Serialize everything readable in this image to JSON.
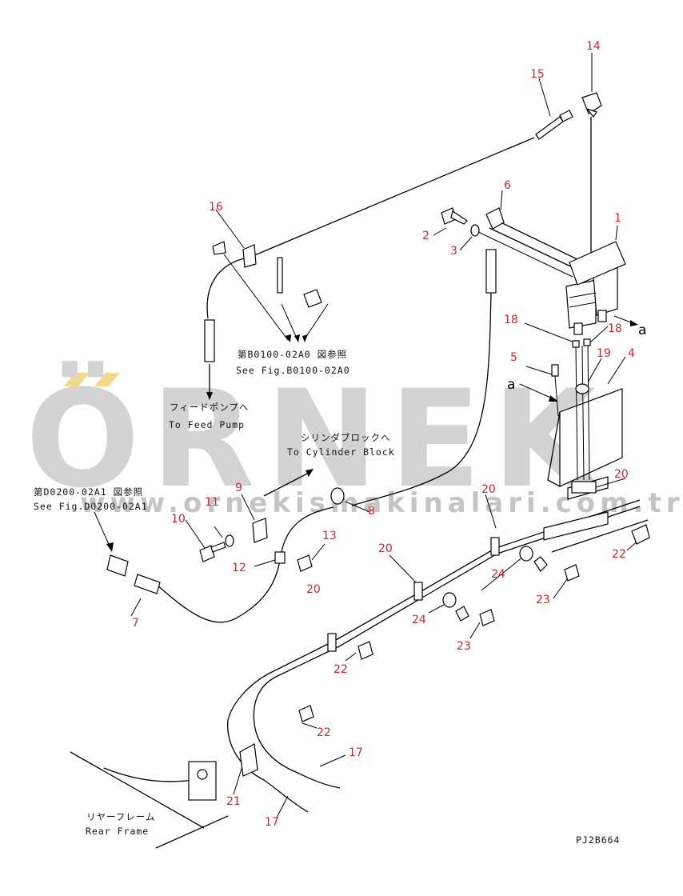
{
  "watermark": {
    "brand": "ÖRNEK",
    "url": "www.ornekismakinalari.com.tr",
    "accent_color": "#f2d98a",
    "text_color": "#d3d3d3"
  },
  "callouts": {
    "c1": "1",
    "c2": "2",
    "c3": "3",
    "c4": "4",
    "c5": "5",
    "c6": "6",
    "c7": "7",
    "c8": "8",
    "c9": "9",
    "c10": "10",
    "c11": "11",
    "c12": "12",
    "c13": "13",
    "c14": "14",
    "c15": "15",
    "c16": "16",
    "c17a": "17",
    "c17b": "17",
    "c18a": "18",
    "c18b": "18",
    "c19": "19",
    "c20a": "20",
    "c20b": "20",
    "c20c": "20",
    "c20d": "20",
    "c21": "21",
    "c22a": "22",
    "c22b": "22",
    "c22c": "22",
    "c23a": "23",
    "c23b": "23",
    "c24a": "24",
    "c24b": "24",
    "c_a1": "a",
    "c_a2": "a"
  },
  "notes": {
    "fig_b0100_jp": "第B0100-02A0 図参照",
    "fig_b0100_en": "See Fig.B0100-02A0",
    "feed_pump_jp": "フィードポンプへ",
    "feed_pump_en": "To Feed Pump",
    "cyl_block_jp": "シリンダブロックへ",
    "cyl_block_en": "To Cylinder Block",
    "fig_d0200_jp": "第D0200-02A1 図参照",
    "fig_d0200_en": "See Fig.D0200-02A1",
    "rear_frame_jp": "リヤーフレーム",
    "rear_frame_en": "Rear Frame",
    "drawing_code": "PJ2B664"
  },
  "colors": {
    "callout": "#cc2a2a",
    "ink": "#000000"
  }
}
